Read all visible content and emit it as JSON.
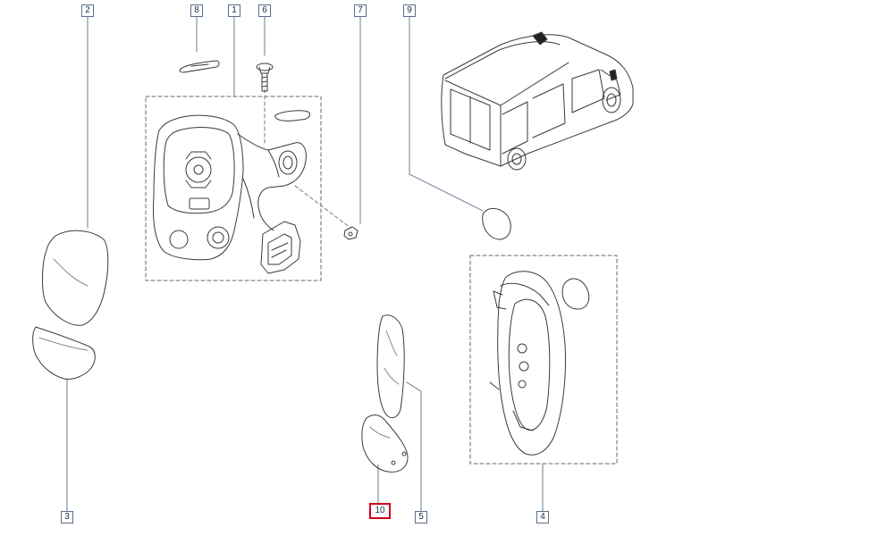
{
  "diagram": {
    "callouts": [
      {
        "id": "1",
        "label": "1"
      },
      {
        "id": "2",
        "label": "2"
      },
      {
        "id": "3",
        "label": "3"
      },
      {
        "id": "4",
        "label": "4"
      },
      {
        "id": "5",
        "label": "5"
      },
      {
        "id": "6",
        "label": "6"
      },
      {
        "id": "7",
        "label": "7"
      },
      {
        "id": "8",
        "label": "8"
      },
      {
        "id": "9",
        "label": "9"
      },
      {
        "id": "10",
        "label": "10"
      }
    ],
    "selected_callout": "10",
    "highlight_color": "#d0021b",
    "line_color": "#5a6e8a"
  }
}
